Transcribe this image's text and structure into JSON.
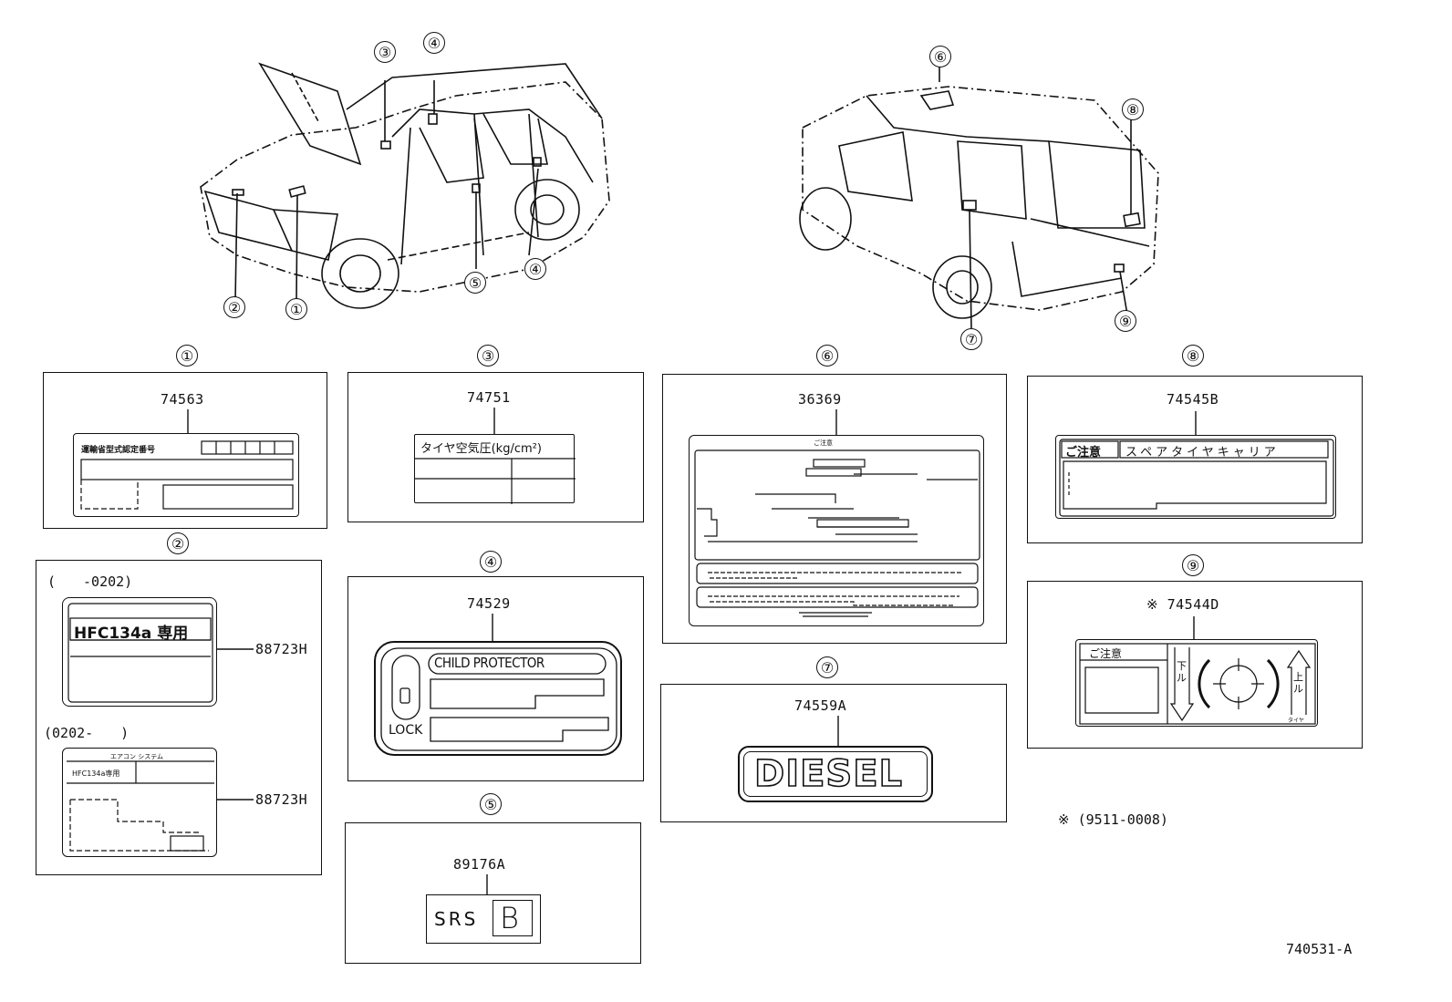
{
  "callouts": [
    "①",
    "②",
    "③",
    "④",
    "⑤",
    "⑥",
    "⑦",
    "⑧",
    "⑨"
  ],
  "panels": {
    "p1": {
      "callout": "①",
      "part": "74563",
      "label_text": "運輸省型式認定番号"
    },
    "p2": {
      "callout": "②",
      "variant1": "(　　-0202)",
      "variant2": "(0202-　　)",
      "part1": "88723H",
      "part2": "88723H",
      "label1_text": "HFC134a 専用",
      "label2_title": "エアコン システム",
      "label2_text": "HFC134a専用"
    },
    "p3": {
      "callout": "③",
      "part": "74751",
      "label_text": "タイヤ空気圧(kg/cm²)"
    },
    "p4": {
      "callout": "④",
      "part": "74529",
      "label_title": "CHILD PROTECTOR",
      "lock_text": "LOCK"
    },
    "p5": {
      "callout": "⑤",
      "part": "89176A",
      "srs_text": "SRS",
      "srs_letter": "B"
    },
    "p6": {
      "callout": "⑥",
      "part": "36369",
      "label_title": "ご注意"
    },
    "p7": {
      "callout": "⑦",
      "part": "74559A",
      "label_text": "DIESEL"
    },
    "p8": {
      "callout": "⑧",
      "part": "74545B",
      "label_caution": "ご注意",
      "label_text": "スペアタイヤキャリア"
    },
    "p9": {
      "callout": "⑨",
      "part": "※ 74544D",
      "label_caution": "ご注意",
      "down_text": "下ル",
      "up_text": "上ル",
      "tire_text": "タイヤ"
    }
  },
  "footnote": "※ (9511-0008)",
  "drawing_ref": "740531-A"
}
